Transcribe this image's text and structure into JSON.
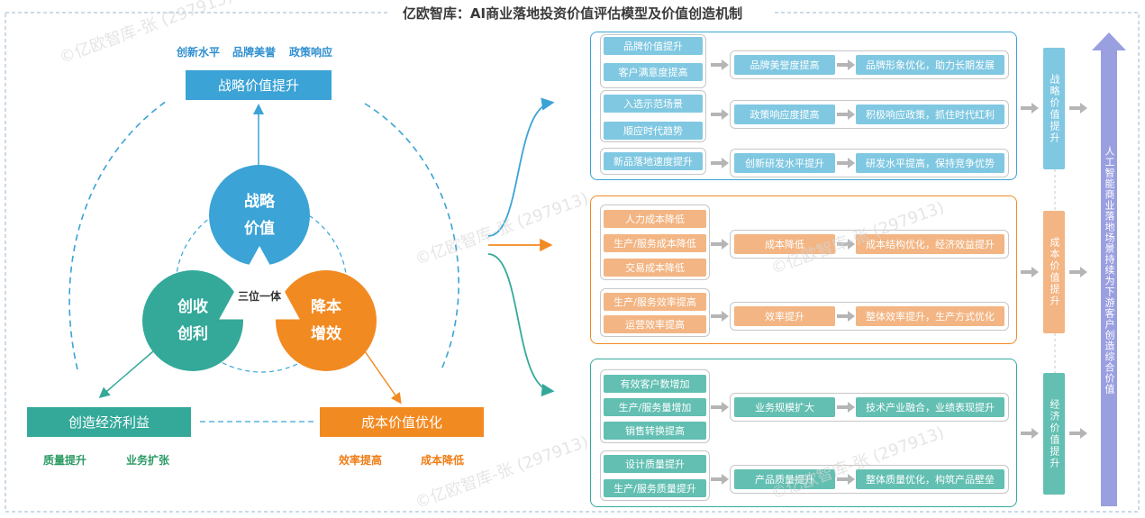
{
  "title": "亿欧智库：AI商业落地投资价值评估模型及价值创造机制",
  "left": {
    "top_keywords": [
      "创新水平",
      "品牌美誉",
      "政策响应"
    ],
    "strategic_box": "战略价值提升",
    "circle_strategic": [
      "战略",
      "价值"
    ],
    "circle_revenue": [
      "创收",
      "创利"
    ],
    "circle_cost": [
      "降本",
      "增效"
    ],
    "center_label": "三位一体",
    "economic_box": "创造经济利益",
    "economic_keywords": [
      "质量提升",
      "业务扩张"
    ],
    "cost_box": "成本价值优化",
    "cost_keywords": [
      "效率提高",
      "成本降低"
    ]
  },
  "right": {
    "strategic": {
      "groups": [
        {
          "items": [
            "品牌价值提升",
            "客户满意度提高"
          ],
          "mid": "品牌美誉度提高",
          "result": "品牌形象优化，助力长期发展"
        },
        {
          "items": [
            "入选示范场景",
            "顺应时代趋势"
          ],
          "mid": "政策响应度提高",
          "result": "积极响应政策，抓住时代红利"
        },
        {
          "items": [
            "新品落地速度提升"
          ],
          "mid": "创新研发水平提升",
          "result": "研发水平提高，保持竞争优势"
        }
      ],
      "bar": "战略价值提升"
    },
    "cost": {
      "groups": [
        {
          "items": [
            "人力成本降低",
            "生产/服务成本降低",
            "交易成本降低"
          ],
          "mid": "成本降低",
          "result": "成本结构优化，经济效益提升"
        },
        {
          "items": [
            "生产/服务效率提高",
            "运营效率提高"
          ],
          "mid": "效率提升",
          "result": "整体效率提升，生产方式优化"
        }
      ],
      "bar": "成本价值提升"
    },
    "economic": {
      "groups": [
        {
          "items": [
            "有效客户数增加",
            "生产/服务量增加",
            "销售转换提高"
          ],
          "mid": "业务规模扩大",
          "result": "技术产业融合，业绩表现提升"
        },
        {
          "items": [
            "设计质量提升",
            "生产/服务质量提升"
          ],
          "mid": "产品质量提升",
          "result": "整体质量优化，构筑产品壁垒"
        }
      ],
      "bar": "经济价值提升"
    },
    "final": "人工智能商业落地场景持续为下游客户创造综合价值"
  },
  "watermark": "©亿欧智库-张 (297913)",
  "colors": {
    "blue": "#3ba3d6",
    "orange": "#f28a22",
    "teal": "#34a99a",
    "purple": "#9a9fe0",
    "light_blue": "#80c8e2",
    "light_orange": "#f3b583",
    "light_teal": "#62bfb2",
    "arrow_gray": "#b5b5b5"
  }
}
